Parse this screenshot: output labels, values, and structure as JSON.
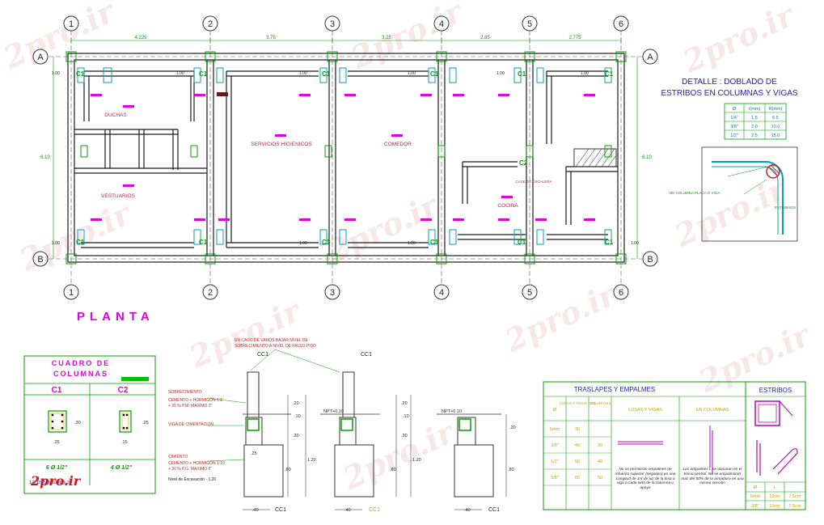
{
  "watermark": "2pro.ir",
  "logo": "2pro.ir",
  "plan": {
    "axes_numbers": [
      "1",
      "2",
      "3",
      "4",
      "5",
      "6"
    ],
    "axes_letters": [
      "A",
      "B"
    ],
    "spans": [
      "4.225",
      "3.75",
      "3.25",
      "2.85",
      "2.775"
    ],
    "height_dim": "6.10",
    "rooms": {
      "duchas": "DUCHAS",
      "vestuarios": "VESTUARIOS",
      "servicios": "SERVICIOS HIGIENICOS",
      "comedor": "COMEDOR",
      "cocina": "COCINA",
      "deposito": "CASE DE ESCALERA"
    },
    "column_labels": {
      "c1": "C1",
      "c2": "C2"
    },
    "dim_small": "1.00",
    "title": "PLANTA"
  },
  "detalle": {
    "title_line1": "DETALLE : DOBLADO DE",
    "title_line2": "ESTRIBOS EN COLUMNAS Y VIGAS",
    "table_headers": [
      "Ø",
      "r(mm)",
      "R(mm)"
    ],
    "table_rows": [
      [
        "1/4\"",
        "1.5",
        "6.5"
      ],
      [
        "3/8\"",
        "2.0",
        "10.0"
      ],
      [
        "1/2\"",
        "2.5",
        "15.0"
      ]
    ],
    "note1": "DE COLUMNA PLACA O VIGA",
    "note2": "ESTRIBADO"
  },
  "cuadro": {
    "title_line1": "CUADRO DE",
    "title_line2": "COLUMNAS",
    "c1": "C1",
    "c2": "C2",
    "c1_dim": ".25",
    "c1_dim_v": ".30",
    "c2_dim": ".15",
    "c2_dim_v": ".25",
    "c1_steel": "6 Ø 1/2\"",
    "c2_steel": "4 Ø 1/2\"",
    "estribo_note": "1@.05,5@.10,R@.20"
  },
  "cimiento": {
    "top_note_1": "EN CASO DE VANOS BAJAR NIVEL DE",
    "top_note_2": "SOBRECIMIENTO A NIVEL DE FALSO PISO",
    "sobrecimiento": "SOBRECIMIENTO",
    "sobre_spec_1": "CEMENTO + HORMIGON 1:8",
    "sobre_spec_2": "+ 25 % P.M. MAXIMO 3\"",
    "viga": "VIGA DE CIMENTACION",
    "cimiento": "CIMIENTO",
    "cim_spec_1": "CEMENTO + HORMIGON 1:10",
    "cim_spec_2": "+ 30 % P.G. MAXIMO 6\"",
    "nivel": "Nivel de Excavación - 1.20",
    "npt": "NPT+0.10",
    "cc1": "CC1",
    "d40": ".40",
    "d120": "1.20",
    "d80": ".80",
    "d30": ".30",
    "d20": ".20",
    "d10": ".10",
    "d25": ".25"
  },
  "traslapes": {
    "title": "TRASLAPES Y EMPALMES",
    "col_phi": "Ø",
    "col_losas": "LOSAS Y VIGAS (cm)",
    "col_columnas": "COLUM (cm)",
    "col_lv": "LOSAS Y VIGAS",
    "col_encol": "EN COLUMNAS",
    "rows": [
      [
        "6mm",
        "30",
        ""
      ],
      [
        "3/8\"",
        "40",
        "30"
      ],
      [
        "1/2\"",
        "50",
        "40"
      ],
      [
        "5/8\"",
        "60",
        "50"
      ]
    ],
    "note_lv": "No se permitirán empalmes de refuerzo superior (negativo) en una Longitud de 1/4 de luz de la losa o viga a cada lado de la columna o apoyo",
    "note_col": "Los empalmes L se ubicaran en el tercio central. No se empalmarán más del 50% de la armadura en una misma sección"
  },
  "estribos": {
    "title": "ESTRIBOS",
    "h_phi": "Ø",
    "h_l": "L",
    "rows": [
      [
        "6mm",
        "10cm",
        "7.5cm"
      ],
      [
        "3/8\"",
        "10cm",
        "7.5cm"
      ]
    ]
  },
  "colors": {
    "wall": "#1a1a1a",
    "green": "#00a000",
    "cyan": "#00a0c0",
    "magenta": "#e000e0",
    "red": "#c02020",
    "axis": "#333333"
  }
}
